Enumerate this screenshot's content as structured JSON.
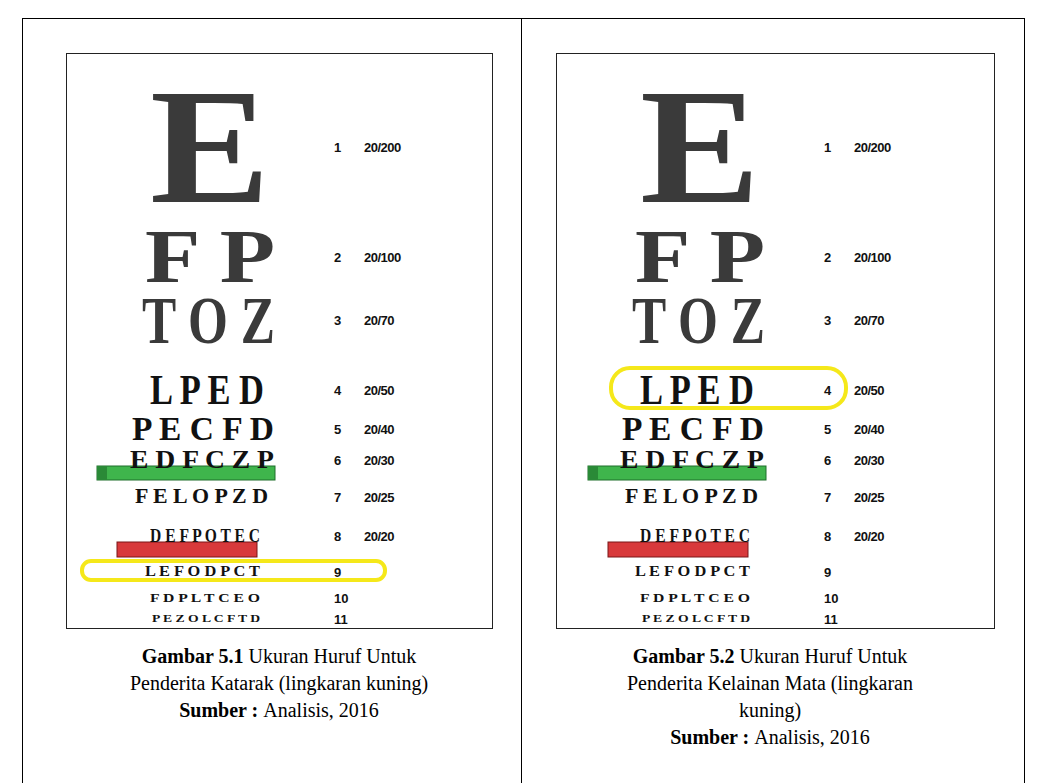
{
  "diagram": {
    "nodes": [
      {
        "text": [
          "Gambar 5.1",
          "Ukuran Huruf Untuk Penderita Katarak (lingkaran kuning)",
          "Sumber :",
          "Analisis, 2016"
        ]
      },
      {
        "text": [
          "E",
          "1",
          "20/200",
          "F P",
          "2",
          "20/100",
          "T O Z",
          "3",
          "20/70",
          "L P E D",
          "4",
          "20/50",
          "P E C F D",
          "5",
          "20/40",
          "E D F C Z P",
          "6",
          "20/30",
          "F E L O P Z D",
          "7",
          "20/25",
          "D E F P O T E C",
          "8",
          "20/20",
          "L E F O D P C T",
          "9",
          "F D P L T C E O",
          "10",
          "P E Z O L C F T D",
          "11"
        ],
        "in": 0
      },
      {
        "text": [
          "Gambar 5.2",
          "Ukuran Huruf Untuk Penderita Kelainan Mata (lingkaran kuning)",
          "Sumber :",
          "Analisis, 2016"
        ]
      },
      {
        "text": [
          "E",
          "1",
          "20/200",
          "F P",
          "2",
          "20/100",
          "T O Z",
          "3",
          "20/70",
          "L P E D",
          "4",
          "20/50",
          "P E C F D",
          "5",
          "20/40",
          "E D F C Z P",
          "6",
          "20/30",
          "F E L O P Z D",
          "7",
          "20/25",
          "D E F P O T E C",
          "8",
          "20/20",
          "L E F O D P C T",
          "9",
          "F D P L T C E O",
          "10",
          "P E Z O L C F T D",
          "11"
        ],
        "in": 2
      }
    ]
  }
}
